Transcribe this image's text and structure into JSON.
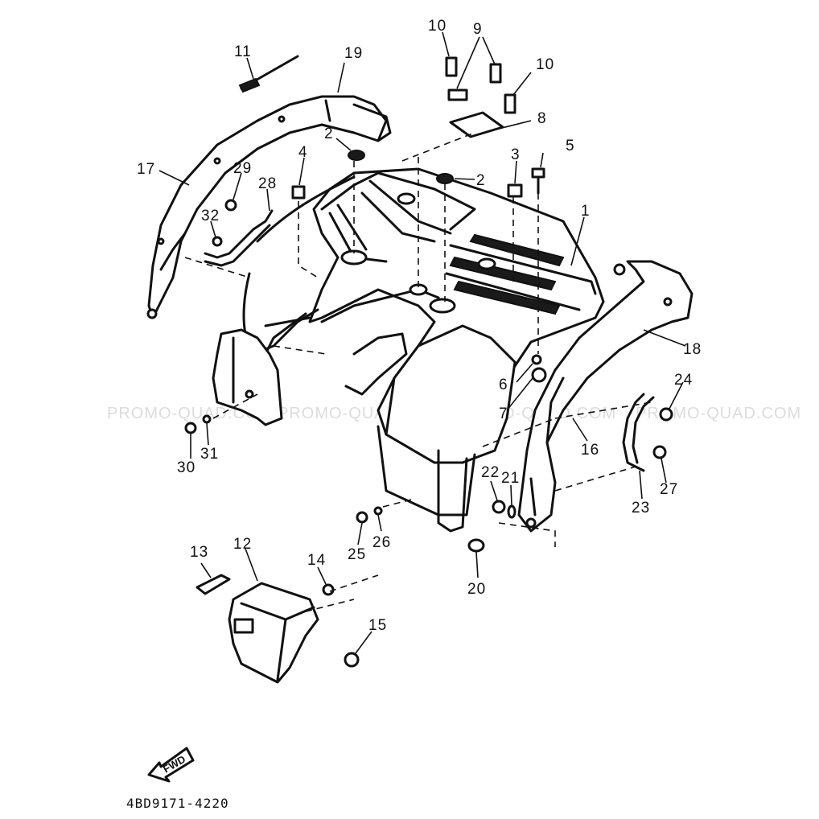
{
  "diagram": {
    "document_code": "4BD9171-4220",
    "watermark_text": "PROMO-QUAD.COM",
    "fwd_label": "FWD",
    "callouts": {
      "p1": "1",
      "p2a": "2",
      "p2b": "2",
      "p3": "3",
      "p4": "4",
      "p5": "5",
      "p6": "6",
      "p7": "7",
      "p8": "8",
      "p9": "9",
      "p10a": "10",
      "p10b": "10",
      "p11": "11",
      "p12": "12",
      "p13": "13",
      "p14": "14",
      "p15": "15",
      "p16": "16",
      "p17": "17",
      "p18": "18",
      "p19": "19",
      "p20": "20",
      "p21": "21",
      "p22": "22",
      "p23": "23",
      "p24": "24",
      "p25": "25",
      "p26": "26",
      "p27": "27",
      "p28": "28",
      "p29": "29",
      "p30": "30",
      "p31": "31",
      "p32": "32"
    }
  }
}
